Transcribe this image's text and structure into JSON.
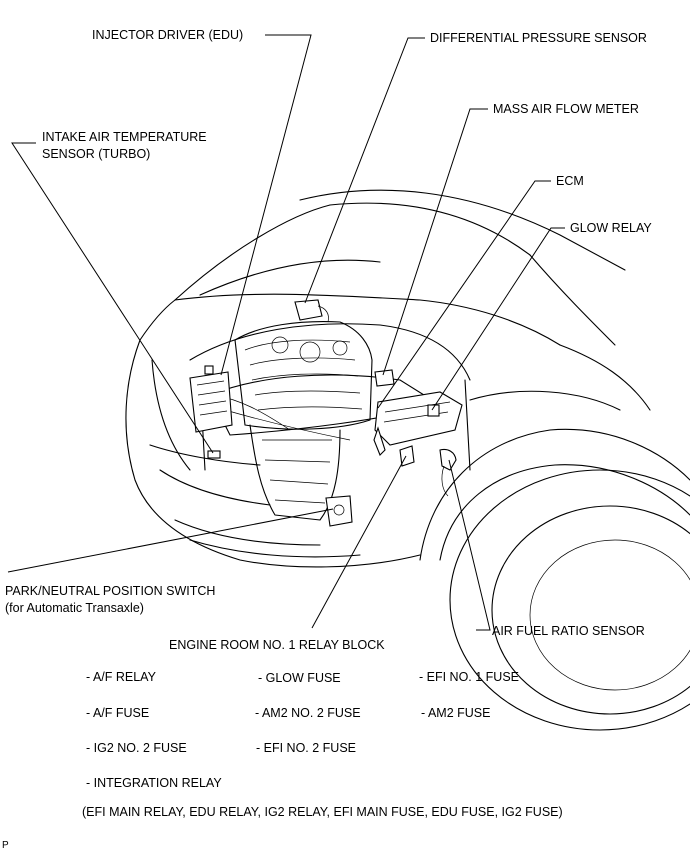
{
  "labels": {
    "injector_driver": "INJECTOR DRIVER (EDU)",
    "differential_pressure_sensor": "DIFFERENTIAL PRESSURE SENSOR",
    "mass_air_flow_meter": "MASS AIR FLOW METER",
    "intake_air_temp_line1": "INTAKE AIR TEMPERATURE",
    "intake_air_temp_line2": "SENSOR (TURBO)",
    "ecm": "ECM",
    "glow_relay": "GLOW RELAY",
    "park_neutral_line1": "PARK/NEUTRAL POSITION SWITCH",
    "park_neutral_line2": "(for Automatic Transaxle)",
    "engine_room_relay_block": "ENGINE ROOM NO. 1 RELAY BLOCK",
    "air_fuel_ratio_sensor": "AIR FUEL RATIO SENSOR"
  },
  "relay_block_items": {
    "col1": [
      "- A/F RELAY",
      "- A/F FUSE",
      "- IG2 NO. 2 FUSE",
      "- INTEGRATION RELAY"
    ],
    "col2": [
      "- GLOW FUSE",
      "- AM2 NO. 2 FUSE",
      "- EFI NO. 2 FUSE"
    ],
    "col3": [
      "- EFI NO. 1 FUSE",
      "- AM2 FUSE"
    ],
    "integration_detail": "(EFI MAIN RELAY, EDU RELAY, IG2 RELAY, EFI MAIN FUSE, EDU FUSE, IG2 FUSE)"
  },
  "figure_id": "P"
}
